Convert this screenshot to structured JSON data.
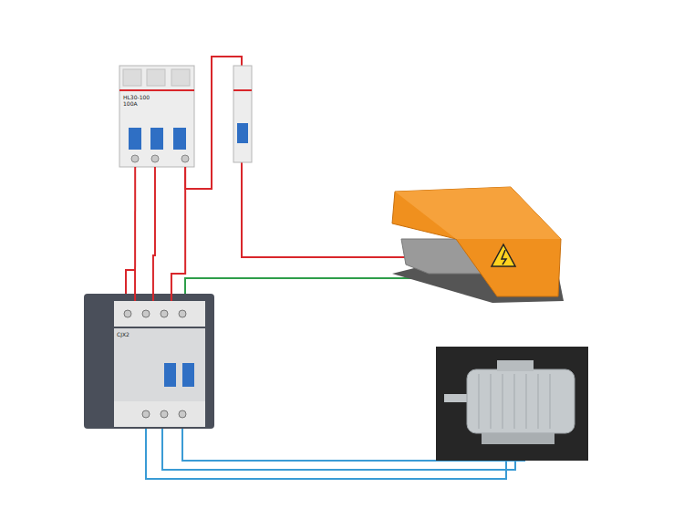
{
  "diagram": {
    "nodes": [
      {
        "text": [
          "HL30-100",
          "100A"
        ]
      },
      {
        "text": [
          "CJX2"
        ]
      }
    ],
    "edges": [
      {
        "from": 0,
        "to": 1,
        "arrow": "none"
      },
      {
        "from": 0,
        "to": 1,
        "arrow": "none"
      },
      {
        "from": 0,
        "to": 1,
        "arrow": "none"
      }
    ]
  }
}
